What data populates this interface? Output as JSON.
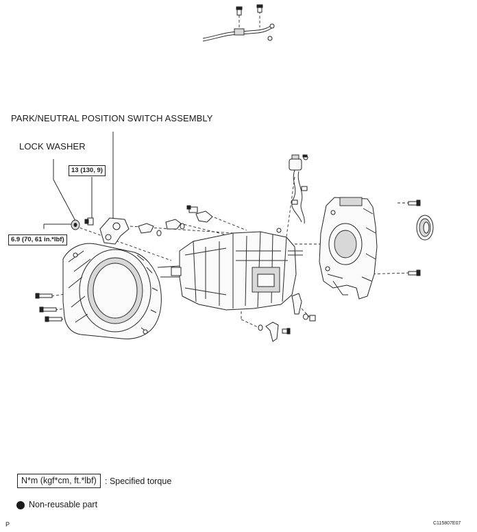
{
  "labels": {
    "switch_assembly": "PARK/NEUTRAL POSITION SWITCH ASSEMBLY",
    "lock_washer": "LOCK WASHER"
  },
  "torques": {
    "nut_torque": "13 (130, 9)",
    "bolt_torque": "6.9 (70, 61 in.*lbf)"
  },
  "legend": {
    "torque_units": "N*m (kgf*cm, ft.*lbf)",
    "torque_desc": ": Specified torque",
    "nonreusable": "Non-reusable part"
  },
  "footer": {
    "page_mark": "P",
    "figure_code": "C115807E07"
  }
}
